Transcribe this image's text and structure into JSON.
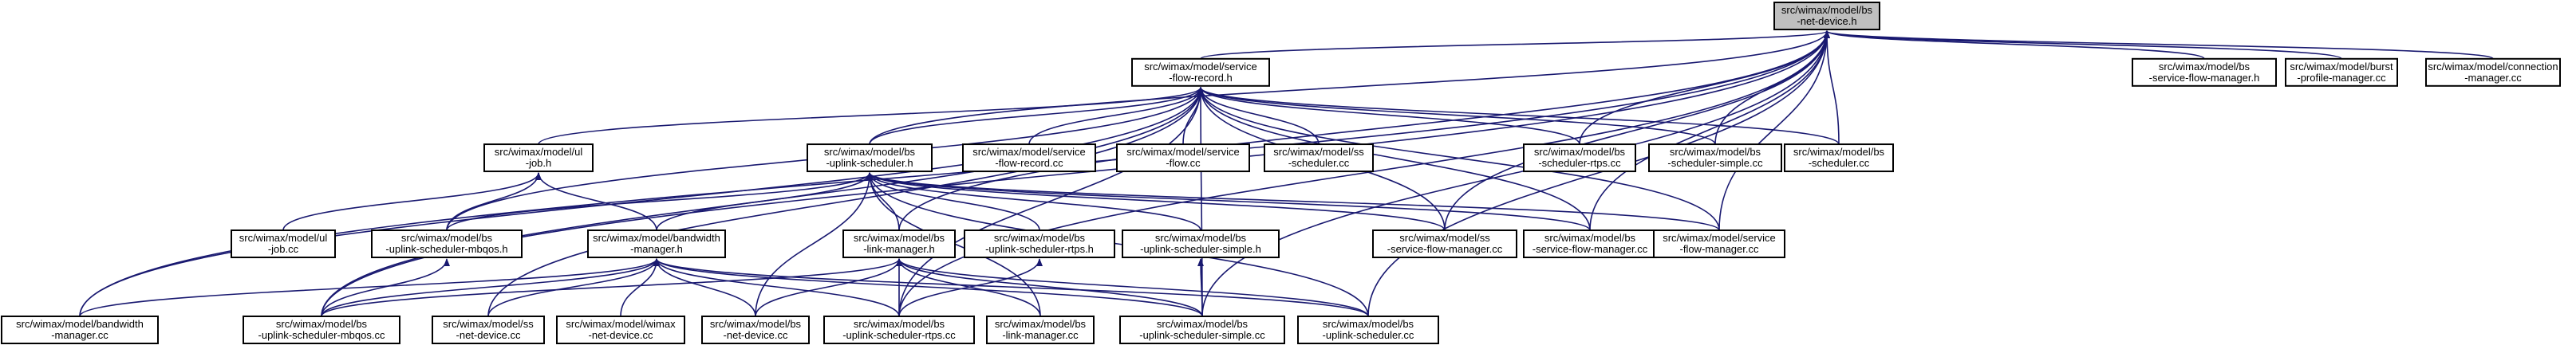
{
  "graph": {
    "title": "",
    "nodes": [
      {
        "id": "root",
        "lines": [
          "src/wimax/model/bs",
          "-net-device.h"
        ],
        "root": true
      },
      {
        "id": "sfr_h",
        "lines": [
          "src/wimax/model/service",
          "-flow-record.h"
        ]
      },
      {
        "id": "sfm_h",
        "lines": [
          "src/wimax/model/bs",
          "-service-flow-manager.h"
        ]
      },
      {
        "id": "burst_cc",
        "lines": [
          "src/wimax/model/burst",
          "-profile-manager.cc"
        ]
      },
      {
        "id": "conn_cc",
        "lines": [
          "src/wimax/model/connection",
          "-manager.cc"
        ]
      },
      {
        "id": "ul_job_h",
        "lines": [
          "src/wimax/model/ul",
          "-job.h"
        ]
      },
      {
        "id": "upsched_h",
        "lines": [
          "src/wimax/model/bs",
          "-uplink-scheduler.h"
        ]
      },
      {
        "id": "sfr_cc",
        "lines": [
          "src/wimax/model/service",
          "-flow-record.cc"
        ]
      },
      {
        "id": "sf_cc",
        "lines": [
          "src/wimax/model/service",
          "-flow.cc"
        ]
      },
      {
        "id": "ss_sched_cc",
        "lines": [
          "src/wimax/model/ss",
          "-scheduler.cc"
        ]
      },
      {
        "id": "sched_rtps_cc",
        "lines": [
          "src/wimax/model/bs",
          "-scheduler-rtps.cc"
        ]
      },
      {
        "id": "sched_simple_cc",
        "lines": [
          "src/wimax/model/bs",
          "-scheduler-simple.cc"
        ]
      },
      {
        "id": "sched_cc",
        "lines": [
          "src/wimax/model/bs",
          "-scheduler.cc"
        ]
      },
      {
        "id": "ul_job_cc",
        "lines": [
          "src/wimax/model/ul",
          "-job.cc"
        ]
      },
      {
        "id": "up_mbqos_h",
        "lines": [
          "src/wimax/model/bs",
          "-uplink-scheduler-mbqos.h"
        ]
      },
      {
        "id": "bwm_h",
        "lines": [
          "src/wimax/model/bandwidth",
          "-manager.h"
        ]
      },
      {
        "id": "link_h",
        "lines": [
          "src/wimax/model/bs",
          "-link-manager.h"
        ]
      },
      {
        "id": "up_rtps_h",
        "lines": [
          "src/wimax/model/bs",
          "-uplink-scheduler-rtps.h"
        ]
      },
      {
        "id": "up_simple_h",
        "lines": [
          "src/wimax/model/bs",
          "-uplink-scheduler-simple.h"
        ]
      },
      {
        "id": "ss_sfm_cc",
        "lines": [
          "src/wimax/model/ss",
          "-service-flow-manager.cc"
        ]
      },
      {
        "id": "bs_sfm_cc",
        "lines": [
          "src/wimax/model/bs",
          "-service-flow-manager.cc"
        ]
      },
      {
        "id": "sfm_cc",
        "lines": [
          "src/wimax/model/service",
          "-flow-manager.cc"
        ]
      },
      {
        "id": "bwm_cc",
        "lines": [
          "src/wimax/model/bandwidth",
          "-manager.cc"
        ]
      },
      {
        "id": "up_mbqos_cc",
        "lines": [
          "src/wimax/model/bs",
          "-uplink-scheduler-mbqos.cc"
        ]
      },
      {
        "id": "ss_nd_cc",
        "lines": [
          "src/wimax/model/ss",
          "-net-device.cc"
        ]
      },
      {
        "id": "wimax_nd_cc",
        "lines": [
          "src/wimax/model/wimax",
          "-net-device.cc"
        ]
      },
      {
        "id": "bs_nd_cc",
        "lines": [
          "src/wimax/model/bs",
          "-net-device.cc"
        ]
      },
      {
        "id": "up_rtps_cc",
        "lines": [
          "src/wimax/model/bs",
          "-uplink-scheduler-rtps.cc"
        ]
      },
      {
        "id": "link_cc",
        "lines": [
          "src/wimax/model/bs",
          "-link-manager.cc"
        ]
      },
      {
        "id": "up_simple_cc",
        "lines": [
          "src/wimax/model/bs",
          "-uplink-scheduler-simple.cc"
        ]
      },
      {
        "id": "up_sched_cc",
        "lines": [
          "src/wimax/model/bs",
          "-uplink-scheduler.cc"
        ]
      }
    ],
    "edges": [
      [
        "sfr_h",
        "root"
      ],
      [
        "sfm_h",
        "root"
      ],
      [
        "burst_cc",
        "root"
      ],
      [
        "conn_cc",
        "root"
      ],
      [
        "upsched_h",
        "root"
      ],
      [
        "sched_rtps_cc",
        "root"
      ],
      [
        "sched_simple_cc",
        "root"
      ],
      [
        "sched_cc",
        "root"
      ],
      [
        "link_h",
        "root"
      ],
      [
        "ss_sfm_cc",
        "root"
      ],
      [
        "bs_sfm_cc",
        "root"
      ],
      [
        "sfm_cc",
        "root"
      ],
      [
        "bwm_cc",
        "root"
      ],
      [
        "up_mbqos_cc",
        "root"
      ],
      [
        "up_rtps_cc",
        "root"
      ],
      [
        "up_simple_cc",
        "root"
      ],
      [
        "up_sched_cc",
        "root"
      ],
      [
        "ul_job_h",
        "sfr_h"
      ],
      [
        "upsched_h",
        "sfr_h"
      ],
      [
        "sfr_cc",
        "sfr_h"
      ],
      [
        "sf_cc",
        "sfr_h"
      ],
      [
        "ss_sched_cc",
        "sfr_h"
      ],
      [
        "sched_rtps_cc",
        "sfr_h"
      ],
      [
        "sched_simple_cc",
        "sfr_h"
      ],
      [
        "sched_cc",
        "sfr_h"
      ],
      [
        "ss_sfm_cc",
        "sfr_h"
      ],
      [
        "bs_sfm_cc",
        "sfr_h"
      ],
      [
        "sfm_cc",
        "sfr_h"
      ],
      [
        "up_mbqos_h",
        "sfr_h"
      ],
      [
        "bwm_cc",
        "sfr_h"
      ],
      [
        "up_rtps_cc",
        "sfr_h"
      ],
      [
        "up_simple_cc",
        "sfr_h"
      ],
      [
        "ss_nd_cc",
        "sfr_h"
      ],
      [
        "up_mbqos_cc",
        "sfr_h"
      ],
      [
        "ul_job_cc",
        "ul_job_h"
      ],
      [
        "up_mbqos_h",
        "ul_job_h"
      ],
      [
        "bwm_h",
        "ul_job_h"
      ],
      [
        "up_mbqos_h",
        "upsched_h"
      ],
      [
        "bwm_h",
        "upsched_h"
      ],
      [
        "link_h",
        "upsched_h"
      ],
      [
        "up_rtps_h",
        "upsched_h"
      ],
      [
        "up_simple_h",
        "upsched_h"
      ],
      [
        "ss_sfm_cc",
        "upsched_h"
      ],
      [
        "bs_sfm_cc",
        "upsched_h"
      ],
      [
        "sfm_cc",
        "upsched_h"
      ],
      [
        "bs_nd_cc",
        "upsched_h"
      ],
      [
        "link_cc",
        "upsched_h"
      ],
      [
        "up_sched_cc",
        "upsched_h"
      ],
      [
        "up_mbqos_cc",
        "up_mbqos_h"
      ],
      [
        "bwm_cc",
        "bwm_h"
      ],
      [
        "up_mbqos_cc",
        "bwm_h"
      ],
      [
        "ss_nd_cc",
        "bwm_h"
      ],
      [
        "wimax_nd_cc",
        "bwm_h"
      ],
      [
        "bs_nd_cc",
        "bwm_h"
      ],
      [
        "up_rtps_cc",
        "bwm_h"
      ],
      [
        "up_simple_cc",
        "bwm_h"
      ],
      [
        "up_sched_cc",
        "bwm_h"
      ],
      [
        "up_mbqos_cc",
        "link_h"
      ],
      [
        "bs_nd_cc",
        "link_h"
      ],
      [
        "up_rtps_cc",
        "link_h"
      ],
      [
        "link_cc",
        "link_h"
      ],
      [
        "up_simple_cc",
        "link_h"
      ],
      [
        "up_sched_cc",
        "link_h"
      ],
      [
        "up_rtps_cc",
        "up_rtps_h"
      ],
      [
        "up_simple_cc",
        "up_simple_h"
      ]
    ]
  }
}
